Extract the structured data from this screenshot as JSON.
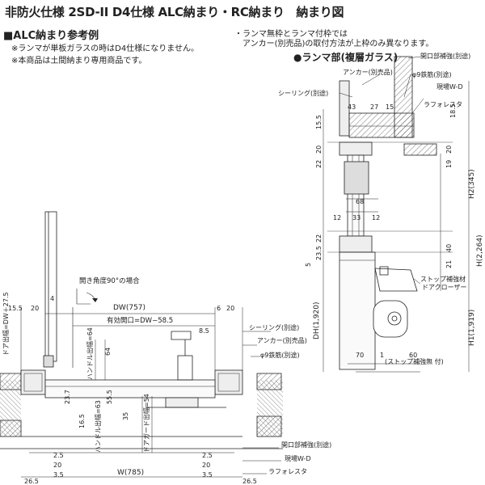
{
  "title": "非防火仕様 2SD-II D4仕様 ALC納まり・RC納まり　納まり図",
  "subtitle": "■ALC納まり参考例",
  "notes": [
    "※ランマが単板ガラスの時はD4仕様になりません。",
    "※本商品は土間納まり専用商品です。"
  ],
  "right_notes": [
    "・ランマ無枠とランマ付枠では",
    "アンカー(別売品)の取付方法が上枠のみ異なります。"
  ],
  "transom_heading": "●ランマ部(複層ガラス)",
  "plan": {
    "swing_note": "開き角度90°の場合",
    "dw": "DW(757)",
    "effective_width": "有効開口=DW−58.5",
    "w": "W(785)",
    "door_protrusion": "ドア出幅=DW＋27.5",
    "handle_protrusion_1": "ハンドル出幅=64",
    "handle_protrusion_2": "ハンドル出幅=63",
    "door_guard": "ドアガード出幅=54",
    "labels": {
      "sealing": "シーリング(別途)",
      "anchor": "アンカー(別売品)",
      "rebar": "φ9鉄筋(別途)",
      "opening_reinforce": "開口部補強(別途)",
      "site_wd": "現場W-D",
      "lafolesta": "ラフォレスタ"
    },
    "dims": {
      "d15_5": "15.5",
      "d20": "20",
      "d4": "4",
      "d6": "6",
      "d8_5": "8.5",
      "d64": "64",
      "d3_5": "3.5",
      "d2_5": "2.5",
      "d26_5": "26.5",
      "d23_7": "23.7",
      "d16_5": "16.5",
      "d35": "35",
      "d55_5": "55.5",
      "d54": "54",
      "d63": "63"
    }
  },
  "section": {
    "labels": {
      "opening_reinforce": "開口部補強(別途)",
      "anchor": "アンカー(別売品)",
      "rebar": "φ9鉄筋(別途)",
      "sealing": "シーリング(別途)",
      "site_wd": "現場W-D",
      "lafolesta": "ラフォレスタ",
      "stop_reinforce": "ストップ補強材",
      "door_closer": "ドアクローザー",
      "stop_note": "(ストップ補強無 付)"
    },
    "dims": {
      "d15_5": "15.5",
      "d18_5": "18.5",
      "d43": "43",
      "d27": "27",
      "d15": "15",
      "d20": "20",
      "d22": "22",
      "d19": "19",
      "d68": "68",
      "d12": "12",
      "d33": "33",
      "d21": "21",
      "d40": "40",
      "d23_5": "23.5",
      "d5": "5",
      "d70": "70",
      "d60": "60",
      "d1": "1"
    },
    "h2": "H2(345)",
    "h": "H(2,264)",
    "dh": "DH(1,920)",
    "h1": "H1(1,919)"
  }
}
